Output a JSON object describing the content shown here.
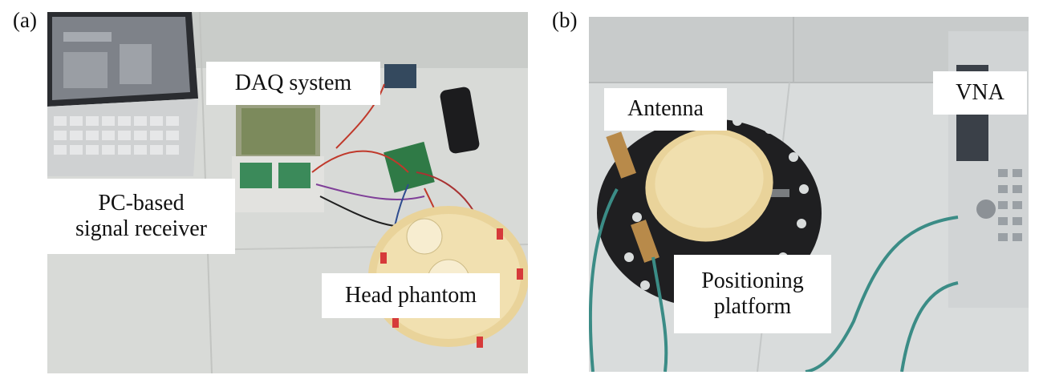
{
  "panels": [
    {
      "letter": "(a)",
      "labels": {
        "daq": "DAQ system",
        "pc_line1": "PC-based",
        "pc_line2": "signal receiver",
        "head": "Head phantom"
      }
    },
    {
      "letter": "(b)",
      "labels": {
        "antenna": "Antenna",
        "vna": "VNA",
        "pos_line1": "Positioning",
        "pos_line2": "platform"
      }
    }
  ],
  "colors": {
    "background": "#ffffff",
    "floor": "#d9dbd8",
    "phantom": "#e9d39a",
    "platform": "#1f1f21",
    "cable": "#3b8c86"
  }
}
